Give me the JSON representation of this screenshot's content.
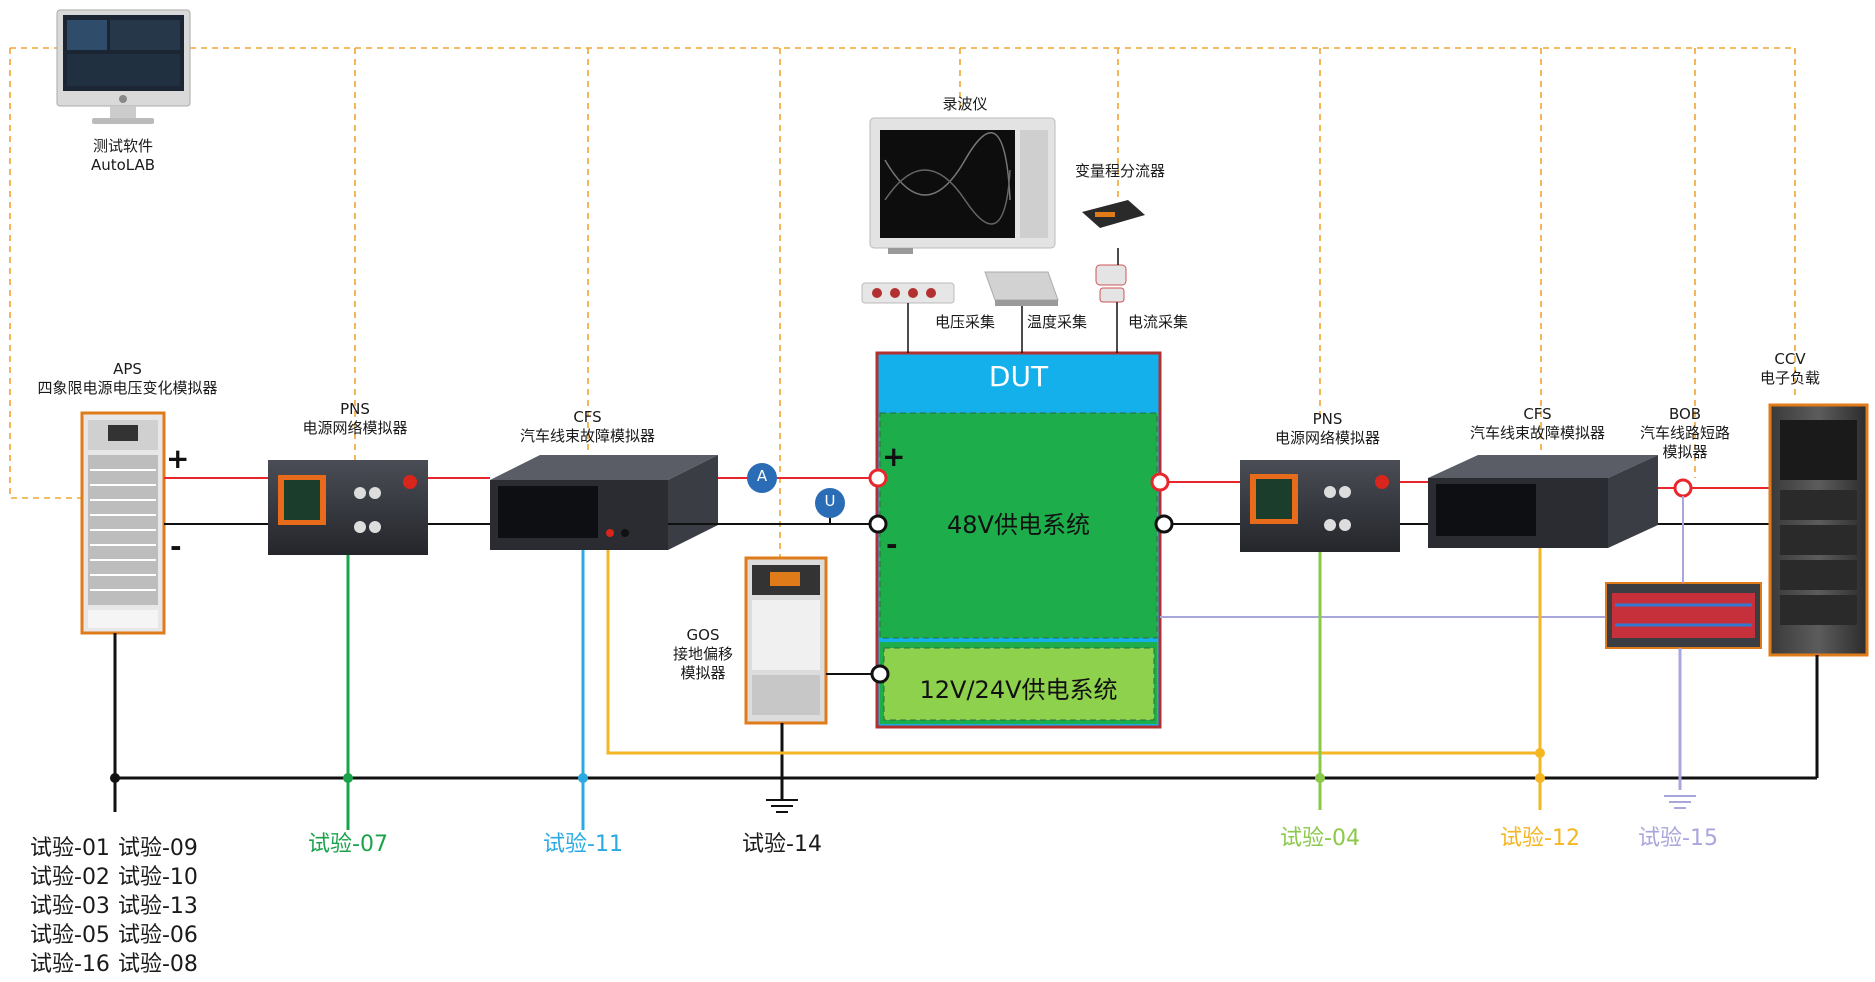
{
  "software": {
    "line1": "测试软件",
    "line2": "AutoLAB"
  },
  "aps": {
    "line1": "APS",
    "line2": "四象限电源电压变化模拟器",
    "plus": "+",
    "minus": "-"
  },
  "pns_left": {
    "line1": "PNS",
    "line2": "电源网络模拟器"
  },
  "cfs_left": {
    "line1": "CFS",
    "line2": "汽车线束故障模拟器"
  },
  "meter_a": "A",
  "meter_u": "U",
  "recorder": {
    "label": "录波仪",
    "voltage": "电压采集",
    "temperature": "温度采集",
    "current": "电流采集",
    "shunt": "变量程分流器"
  },
  "dut": {
    "title": "DUT",
    "sys48": "48V供电系统",
    "sys12": "12V/24V供电系统",
    "plus": "+",
    "minus": "-"
  },
  "gos": {
    "line1": "GOS",
    "line2": "接地偏移",
    "line3": "模拟器"
  },
  "pns_right": {
    "line1": "PNS",
    "line2": "电源网络模拟器"
  },
  "cfs_right": {
    "line1": "CFS",
    "line2": "汽车线束故障模拟器"
  },
  "bob": {
    "line1": "BOB",
    "line2": "汽车线路短路",
    "line3": "模拟器"
  },
  "ccv": {
    "line1": "CCV",
    "line2": "电子负载"
  },
  "tests": {
    "t07": "试验-07",
    "t11": "试验-11",
    "t14": "试验-14",
    "t04": "试验-04",
    "t12": "试验-12",
    "t15": "试验-15",
    "list": [
      [
        "试验-01",
        "试验-09"
      ],
      [
        "试验-02",
        "试验-10"
      ],
      [
        "试验-03",
        "试验-13"
      ],
      [
        "试验-05",
        "试验-06"
      ],
      [
        "试验-16",
        "试验-08"
      ]
    ]
  },
  "colors": {
    "dashed": "#f2a533",
    "red_wire": "#e8272c",
    "black_wire": "#111111",
    "green_test": "#1aa34a",
    "blue_test": "#2aaae0",
    "yellow_test": "#f5b623",
    "lightgreen_test": "#8bc94a",
    "lavender_test": "#a9a6dc",
    "dut_blue": "#14b0ec",
    "dut_green": "#1ead4b",
    "dut_lightgreen": "#8ed14c"
  }
}
